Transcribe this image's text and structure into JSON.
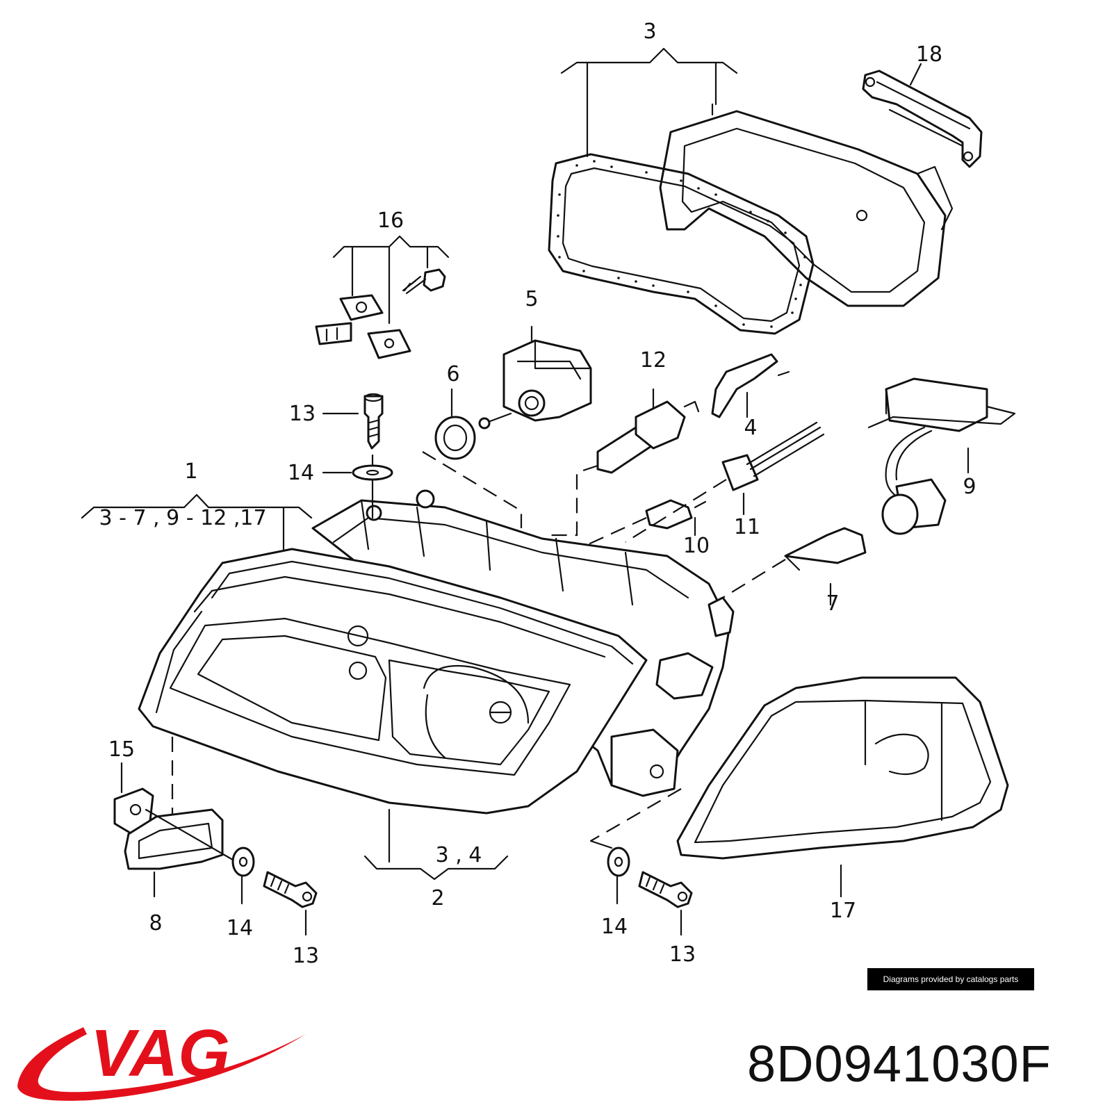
{
  "callouts": {
    "c1": "1",
    "c1_range": "3 - 7 , 9 - 12 ,17",
    "c2": "2",
    "c2_range": "3 , 4",
    "c3": "3",
    "c4": "4",
    "c5": "5",
    "c6": "6",
    "c7": "7",
    "c8": "8",
    "c9": "9",
    "c10": "10",
    "c11": "11",
    "c12": "12",
    "c13_top": "13",
    "c13_left": "13",
    "c13_right": "13",
    "c14_top": "14",
    "c14_left": "14",
    "c14_right": "14",
    "c15": "15",
    "c16": "16",
    "c17": "17",
    "c18": "18"
  },
  "credit": "Diagrams provided by catalogs parts",
  "part_number": "8D0941030F",
  "brand": {
    "name": "VAG",
    "color": "#e3101b"
  }
}
